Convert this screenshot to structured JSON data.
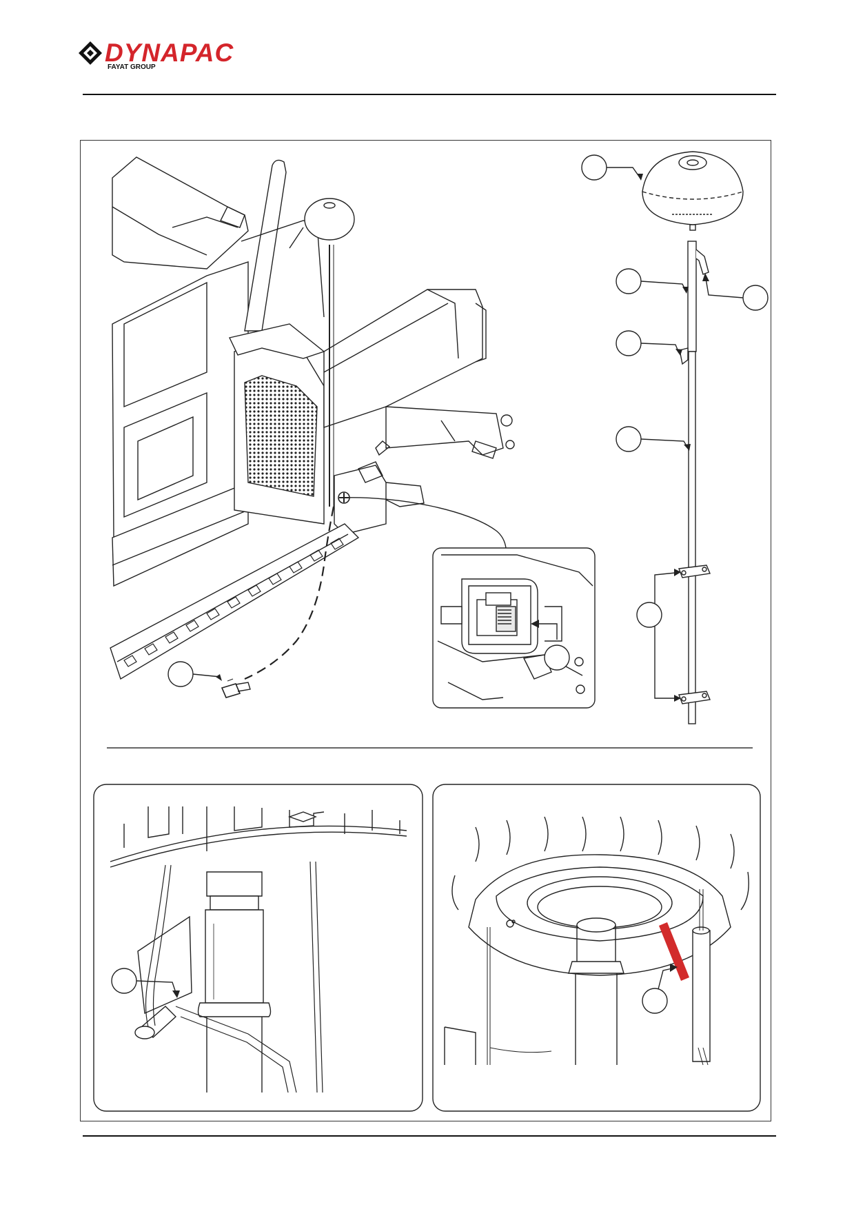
{
  "brand": {
    "name": "DYNAPAC",
    "group": "FAYAT GROUP",
    "color": "#d4252b"
  },
  "figure": {
    "detail_panels": 3,
    "callout_marker_color": "#d22b2b"
  }
}
